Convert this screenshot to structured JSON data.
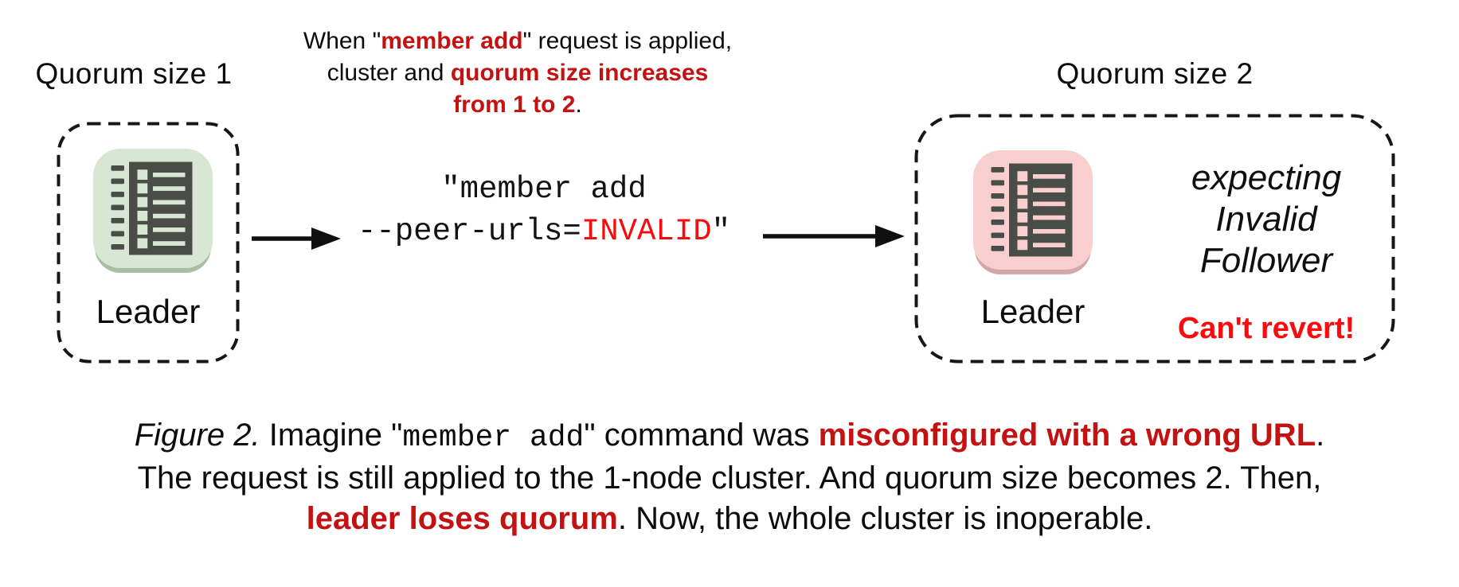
{
  "left": {
    "title": "Quorum size 1",
    "node_label": "Leader"
  },
  "middle": {
    "note_l1_pre": "When \"",
    "note_l1_red": "member add",
    "note_l1_post": "\" request is applied,",
    "note_l2_pre": "cluster and ",
    "note_l2_red": "quorum size increases",
    "note_l3_red": "from 1 to 2",
    "note_l3_post": ".",
    "cmd_line1": "\"member add",
    "cmd_line2_pre": "--peer-urls=",
    "cmd_line2_red": "INVALID",
    "cmd_line2_post": "\""
  },
  "right": {
    "title": "Quorum size 2",
    "node_label": "Leader",
    "state_line1": "expecting",
    "state_line2": "Invalid",
    "state_line3": "Follower",
    "warning": "Can't revert!"
  },
  "caption": {
    "fig_label": "Figure 2.",
    "seg_imagine": " Imagine \"",
    "seg_cmd": "member add",
    "seg_was": "\" command was ",
    "seg_red1": "misconfigured with a wrong URL",
    "seg_dot1": ".",
    "line2": "The request is still applied to the 1-node cluster. And quorum size becomes 2. Then,",
    "seg_red2": "leader loses quorum",
    "seg_end": ". Now, the whole cluster is inoperable."
  },
  "icons": {
    "left_node": "raft-log-icon",
    "right_node": "raft-log-icon",
    "arrow1": "right-arrow-icon",
    "arrow2": "right-arrow-icon"
  },
  "colors": {
    "annotation_red": "#c41212",
    "invalid_red": "#f60c0c",
    "warning_red": "#fb0b0b",
    "node_green_bg": "#d8e7d3",
    "node_green_shadow": "#a9bfa4",
    "node_pink_bg": "#f8cfce",
    "node_pink_shadow": "#d2a8a7",
    "glyph_dark": "#4a4c48",
    "text_black": "#0c0c0c"
  }
}
